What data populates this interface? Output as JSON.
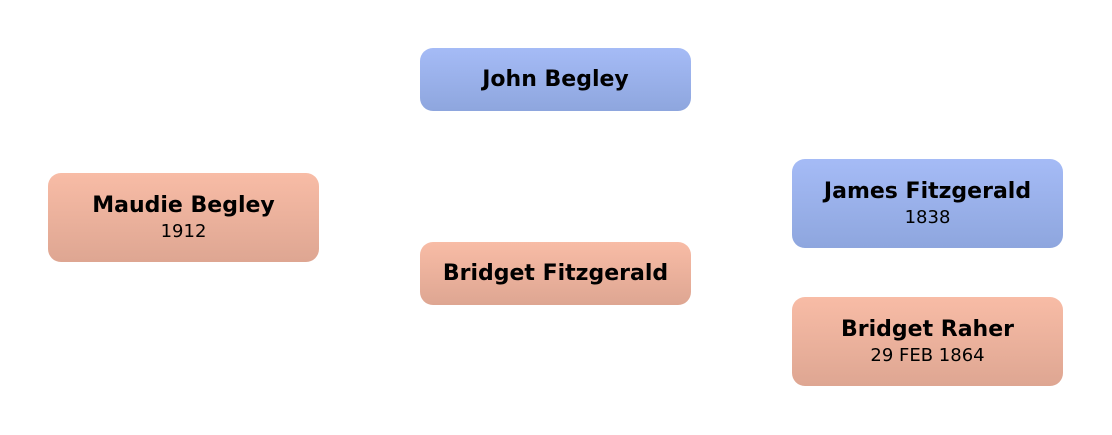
{
  "people": {
    "maudie": {
      "name": "Maudie Begley",
      "date": "1912",
      "sex": "female"
    },
    "john": {
      "name": "John Begley",
      "sex": "male"
    },
    "bridget_fitzgerald": {
      "name": "Bridget Fitzgerald",
      "sex": "female"
    },
    "james": {
      "name": "James Fitzgerald",
      "date": "1838",
      "sex": "male"
    },
    "bridget_raher": {
      "name": "Bridget Raher",
      "date": "29 FEB 1864",
      "sex": "female"
    }
  },
  "colors": {
    "male_top": "#a5bbf6",
    "male_bottom": "#8ea6de",
    "female_top": "#f8bca6",
    "female_bottom": "#dea692"
  }
}
